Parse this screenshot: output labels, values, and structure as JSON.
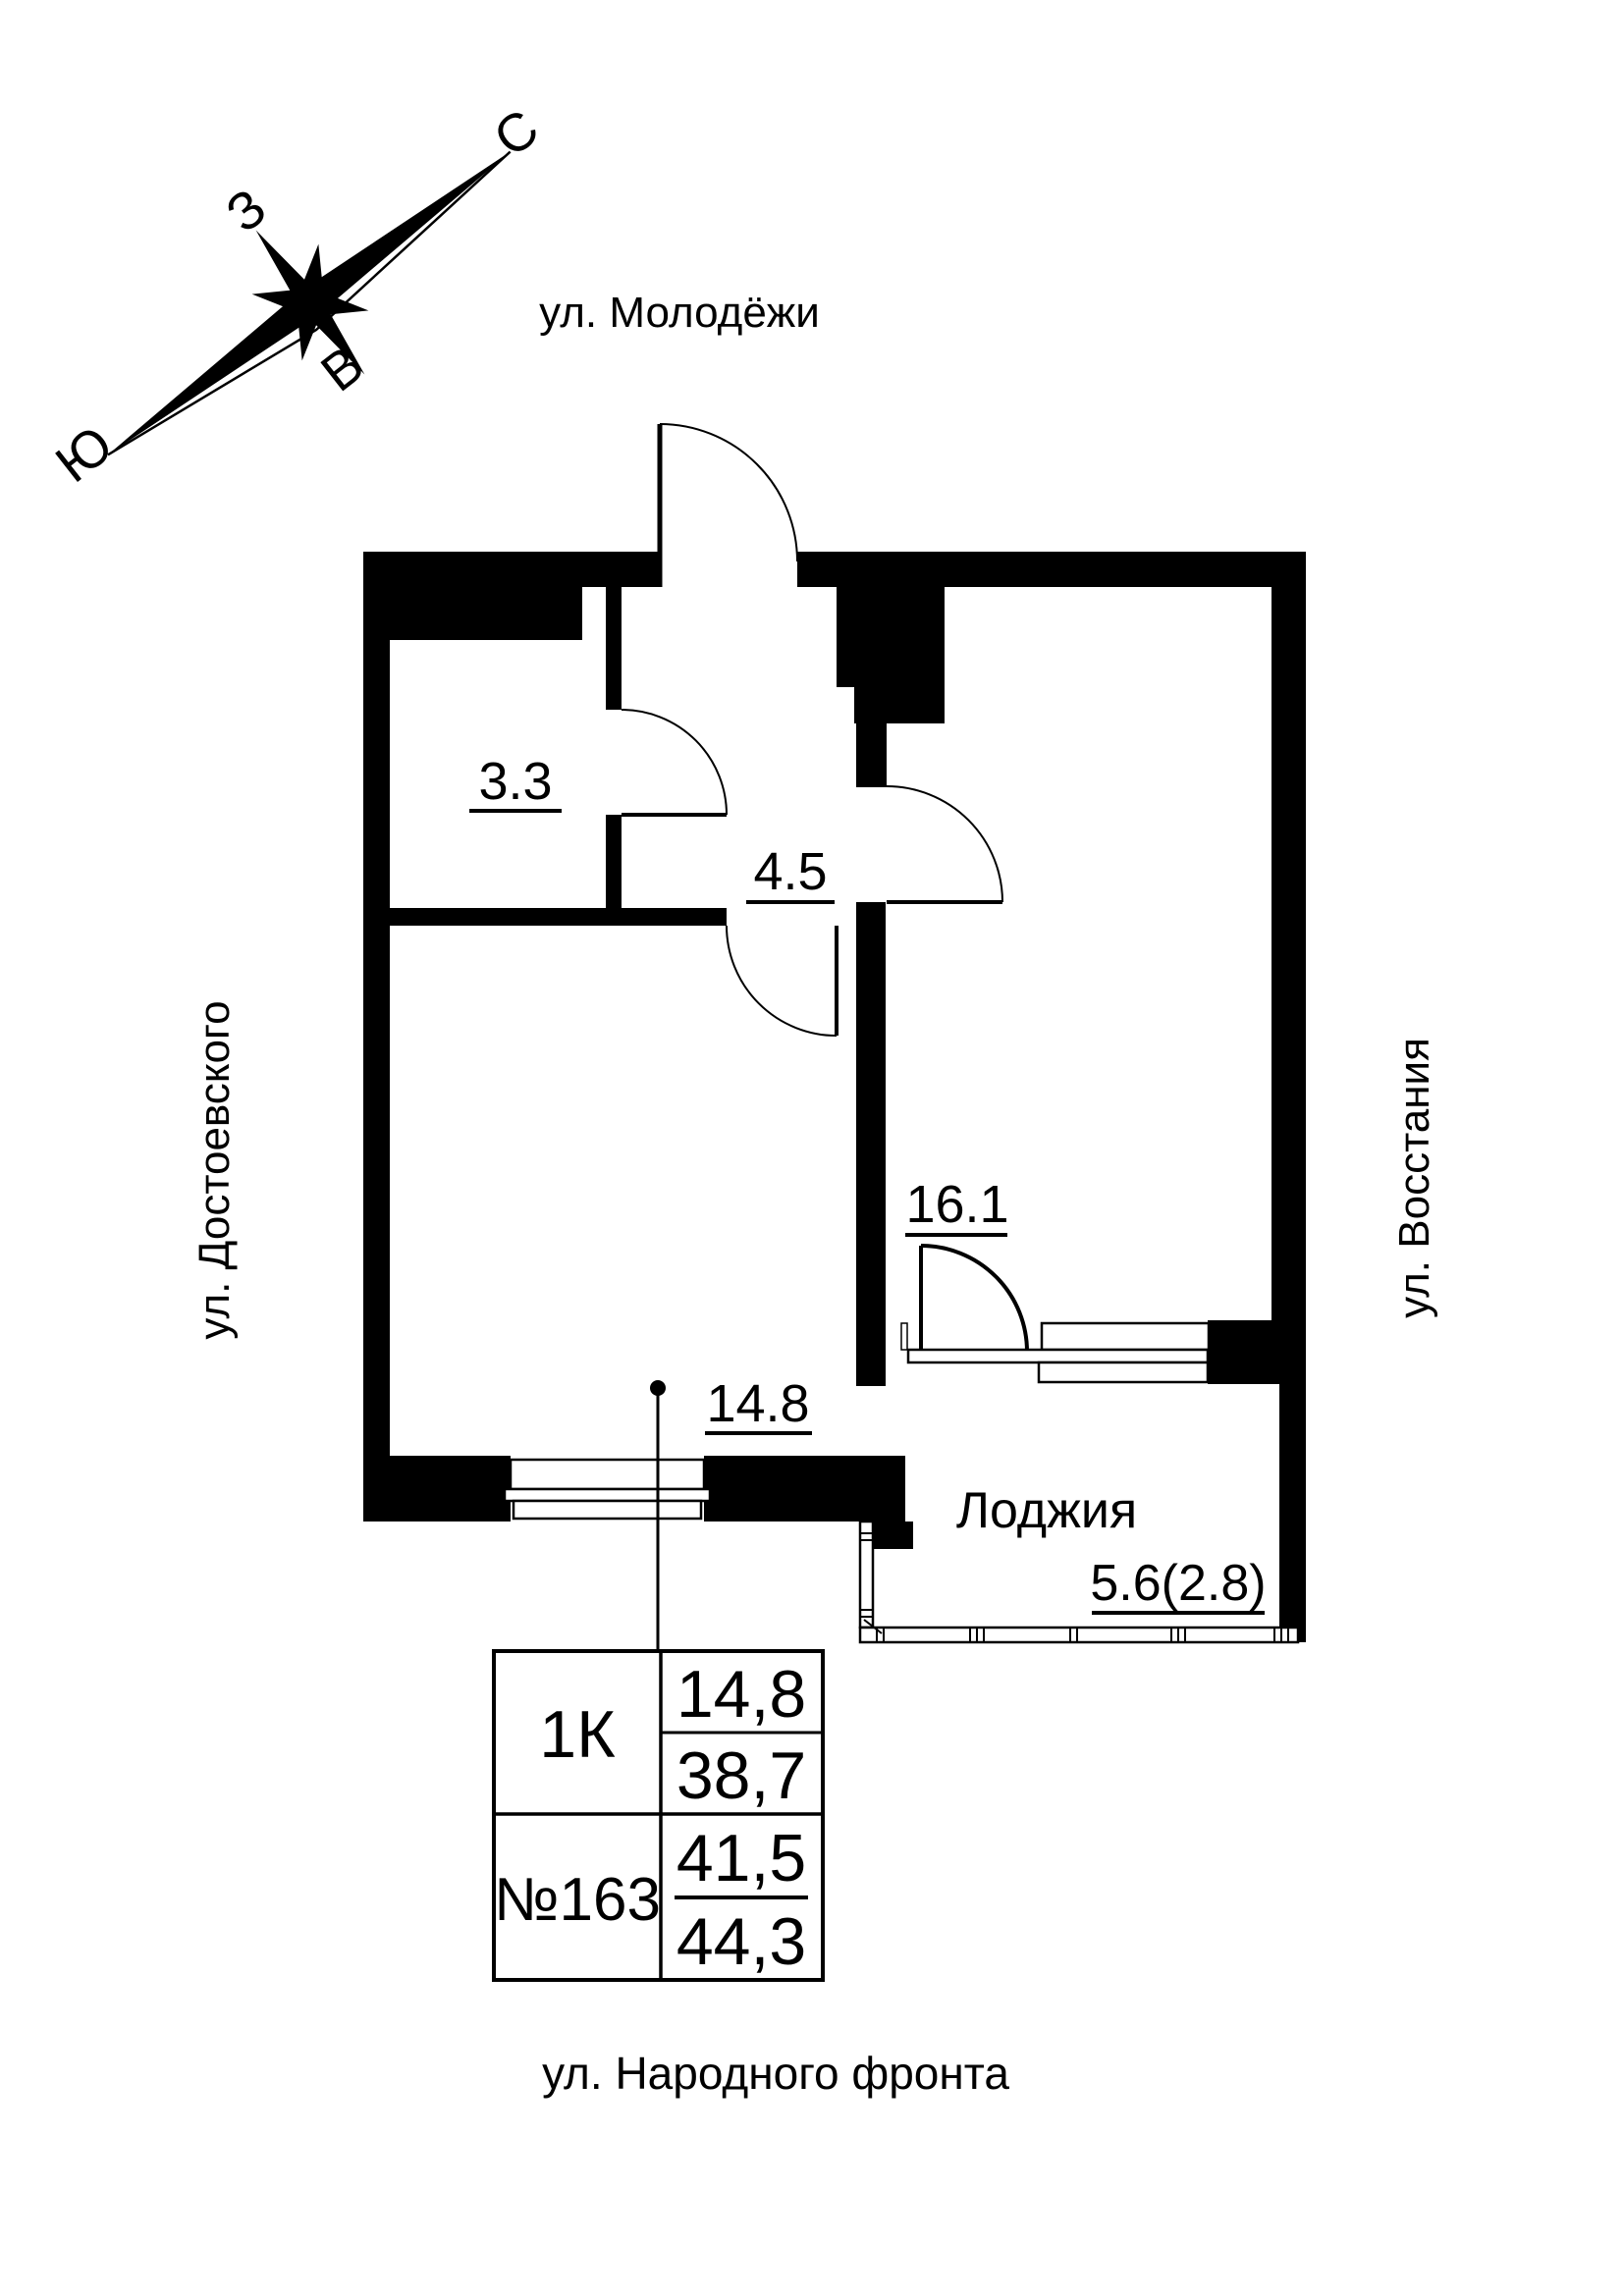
{
  "streets": {
    "top": "ул. Молодёжи",
    "left": "ул. Достоевского",
    "right": "ул. Восстания",
    "bottom": "ул. Народного фронта"
  },
  "compass": {
    "north": "С",
    "west": "З",
    "east": "В",
    "south": "Ю"
  },
  "rooms": {
    "bathroom": {
      "area": "3.3"
    },
    "hall": {
      "area": "4.5"
    },
    "bedroom": {
      "area": "16.1"
    },
    "living": {
      "area": "14.8"
    },
    "loggia": {
      "name": "Лоджия",
      "area": "5.6(2.8)"
    }
  },
  "info_table": {
    "apartment_type": "1К",
    "apartment_number": "№163",
    "rooms_area": "14,8",
    "living_area": "38,7",
    "area_without_balcony": "41,5",
    "total_area": "44,3"
  },
  "colors": {
    "ink": "#000000",
    "background": "#ffffff"
  }
}
